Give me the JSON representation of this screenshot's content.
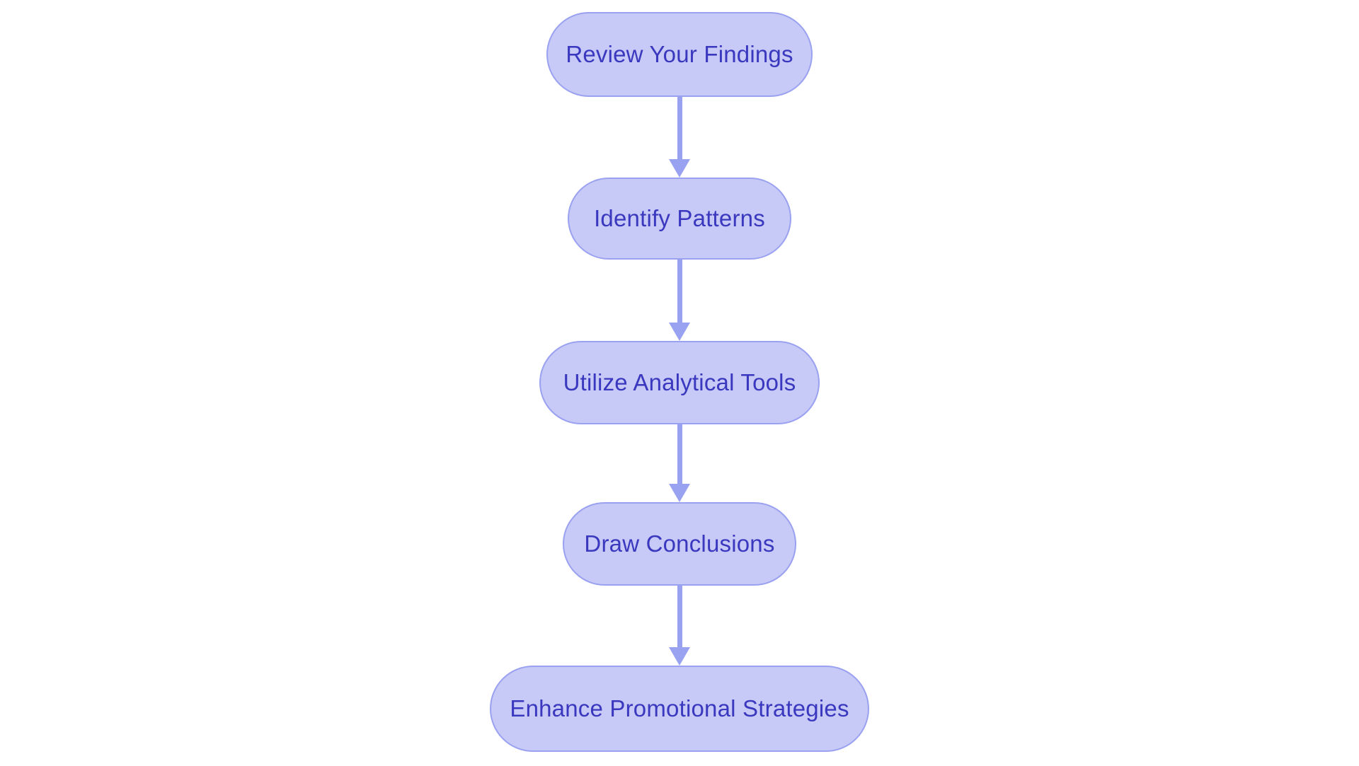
{
  "diagram": {
    "type": "flowchart",
    "direction": "top-down",
    "nodes": [
      {
        "id": "node-0",
        "label": "Review Your Findings"
      },
      {
        "id": "node-1",
        "label": "Identify Patterns"
      },
      {
        "id": "node-2",
        "label": "Utilize Analytical Tools"
      },
      {
        "id": "node-3",
        "label": "Draw Conclusions"
      },
      {
        "id": "node-4",
        "label": "Enhance Promotional Strategies"
      }
    ],
    "edges": [
      {
        "from": "Review Your Findings",
        "to": "Identify Patterns"
      },
      {
        "from": "Identify Patterns",
        "to": "Utilize Analytical Tools"
      },
      {
        "from": "Utilize Analytical Tools",
        "to": "Draw Conclusions"
      },
      {
        "from": "Draw Conclusions",
        "to": "Enhance Promotional Strategies"
      }
    ]
  },
  "colors": {
    "background": "#ffffff",
    "node_fill": "#c7c9f6",
    "node_border": "#9aa1f0",
    "node_text": "#3a38bf",
    "arrow": "#99a2f0"
  }
}
